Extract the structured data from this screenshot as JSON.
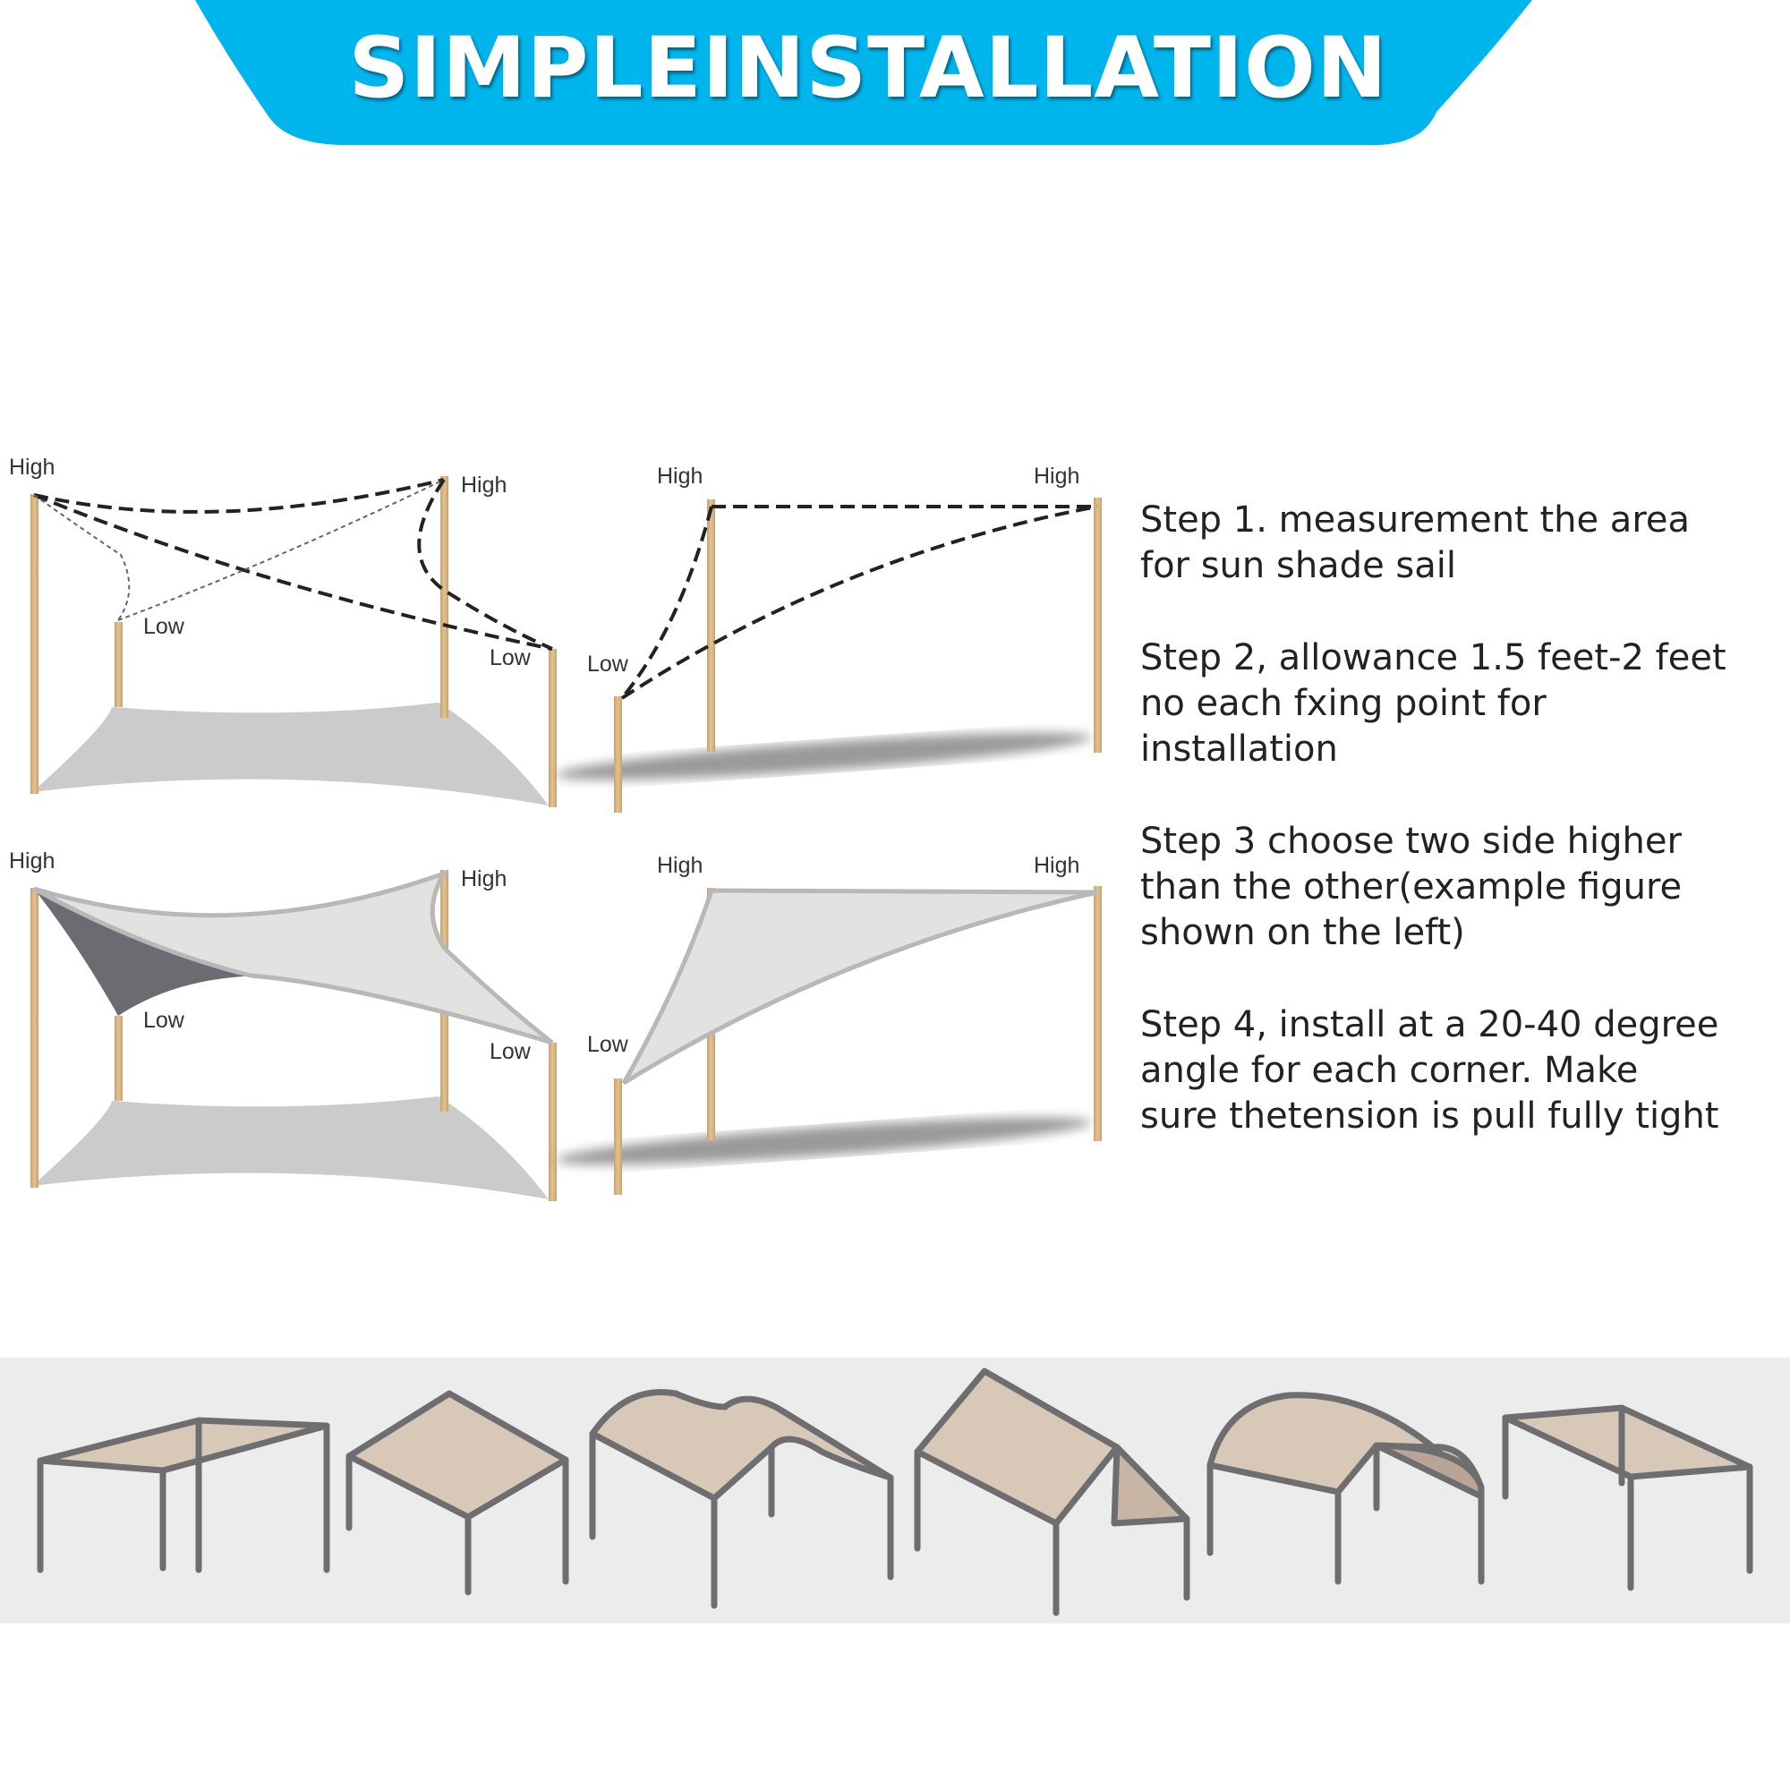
{
  "header": {
    "title": "SIMPLEINSTALLATION",
    "color": "#00b4ec"
  },
  "diagrams": {
    "labels": {
      "high": "High",
      "low": "Low"
    },
    "post_color": "#d4b07c",
    "sail_color": "#e2e2e0",
    "shadow_color": "#c6c6c6"
  },
  "steps": [
    {
      "lines": [
        "Step 1. measurement the area",
        "for sun shade sail"
      ]
    },
    {
      "lines": [
        "Step 2, allowance 1.5 feet-2 feet",
        "no each fxing point for",
        "installation"
      ]
    },
    {
      "lines": [
        "Step 3 choose two side higher",
        "than the other(example figure",
        "shown on the left)"
      ]
    },
    {
      "lines": [
        "Step 4, install at a 20-40 degree",
        "angle for each corner. Make",
        "sure thetension is pull fully tight"
      ]
    }
  ],
  "shapes": {
    "fill_color": "#d8c8b8",
    "frame_color": "#6e6e70",
    "items": [
      "square-canopy-flat",
      "square-canopy-sloped",
      "wave-canopy",
      "peaked-canopy",
      "arched-canopy",
      "flat-sloped-canopy"
    ]
  }
}
